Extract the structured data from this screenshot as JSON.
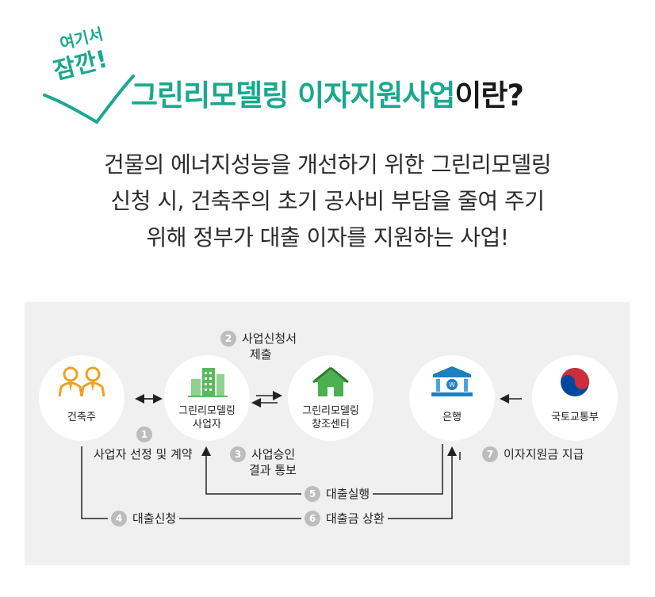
{
  "header": {
    "hand_small": "여기서",
    "hand_big": "잠깐!",
    "title_green": "그린리모델링 이자지원사업",
    "title_dark": "이란?"
  },
  "description": [
    "건물의 에너지성능을 개선하기 위한 그린리모델링",
    "신청 시, 건축주의 초기 공사비 부담을 줄여 주기",
    "위해 정부가 대출 이자를 지원하는 사업!"
  ],
  "nodes": {
    "owner": "건축주",
    "business_1": "그린리모델링",
    "business_2": "사업자",
    "center_1": "그린리모델링",
    "center_2": "창조센터",
    "bank": "은행",
    "ministry": "국토교통부"
  },
  "steps": [
    {
      "num": "1",
      "lines": [
        "사업자 선정 및 계약"
      ]
    },
    {
      "num": "2",
      "lines": [
        "사업신청서",
        "제출"
      ]
    },
    {
      "num": "3",
      "lines": [
        "사업승인",
        "결과 통보"
      ]
    },
    {
      "num": "4",
      "lines": [
        "대출신청"
      ]
    },
    {
      "num": "5",
      "lines": [
        "대출실행"
      ]
    },
    {
      "num": "6",
      "lines": [
        "대출금 상환"
      ]
    },
    {
      "num": "7",
      "lines": [
        "이자지원금 지급"
      ]
    }
  ],
  "colors": {
    "accent_green": "#19a98c",
    "panel_bg": "#f0f0f0",
    "badge_grey": "#bdbdbd",
    "building_green": "#5cb85c",
    "bank_blue": "#1e7fc1",
    "taeguk_red": "#cd2e3a",
    "taeguk_blue": "#0047a0",
    "people_orange": "#f0a020"
  },
  "icons": [
    "check-mark-icon",
    "people-icon",
    "buildings-icon",
    "house-icon",
    "bank-icon",
    "taegeuk-icon"
  ]
}
